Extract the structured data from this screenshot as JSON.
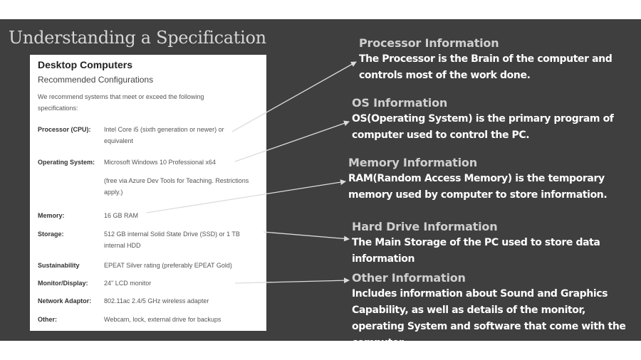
{
  "slide": {
    "title": "Understanding a Specification"
  },
  "card": {
    "heading": "Desktop Computers",
    "subheading": "Recommended Configurations",
    "intro": "We recommend systems that meet or exceed the following specifications:",
    "rows": [
      {
        "label": "Processor (CPU):",
        "value": "Intel Core i5 (sixth generation or newer) or equivalent"
      },
      {
        "label": "Operating System:",
        "value": "Microsoft Windows 10 Professional x64",
        "note": "(free via Azure Dev Tools for Teaching. Restrictions apply.)"
      },
      {
        "label": "Memory:",
        "value": "16 GB RAM"
      },
      {
        "label": "Storage:",
        "value": "512 GB internal Solid State Drive (SSD) or 1 TB internal HDD"
      },
      {
        "label": "Sustainability",
        "value": "EPEAT Silver rating (preferably EPEAT Gold)"
      },
      {
        "label": "Monitor/Display:",
        "value": "24\" LCD monitor"
      },
      {
        "label": "Network Adaptor:",
        "value": "802.11ac 2.4/5 GHz wireless adapter"
      },
      {
        "label": "Other:",
        "value": "Webcam, lock, external drive for backups"
      }
    ]
  },
  "annotations": {
    "processor": {
      "title": "Processor Information",
      "body": "The Processor is the Brain of the computer and controls most of the work done."
    },
    "os": {
      "title": "OS Information",
      "body": "OS(Operating System) is the primary program of computer used to control the PC."
    },
    "memory": {
      "title": "Memory Information",
      "body": "RAM(Random Access Memory) is the temporary memory used by computer to store information."
    },
    "hard_drive": {
      "title": "Hard Drive Information",
      "body": "The Main Storage of the PC used to store data information"
    },
    "other": {
      "title": "Other Information",
      "body": "Includes information about Sound and Graphics Capability, as well as details of the monitor, operating System and software that come with the computer."
    }
  },
  "colors": {
    "slide_background": "#3f3f3f",
    "card_background": "#ffffff",
    "annotation_title": "#cfcfcf",
    "annotation_body": "#ffffff",
    "arrow": "#dcdcdc"
  }
}
